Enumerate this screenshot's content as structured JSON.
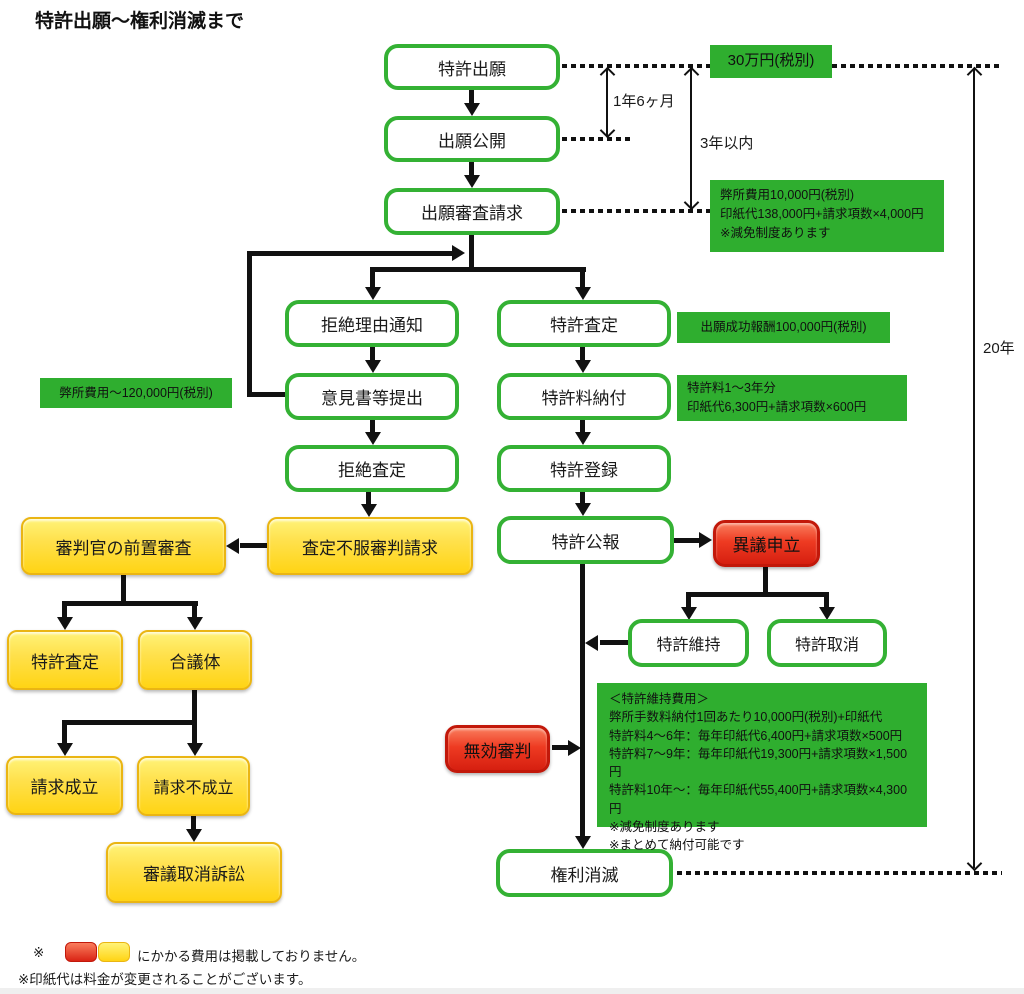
{
  "title": "特許出願～権利消滅まで",
  "colors": {
    "node_border_green": "#34b134",
    "cost_label_green": "#2fae2f",
    "yellow_node": "#ffd414",
    "red_node": "#d61f10",
    "line_black": "#111111"
  },
  "nodes": {
    "application": "特許出願",
    "publication": "出願公開",
    "exam_request": "出願審査請求",
    "rejection_notice": "拒絶理由通知",
    "opinion": "意見書等提出",
    "rejection_decision": "拒絶査定",
    "grant_decision": "特許査定",
    "fee_payment": "特許料納付",
    "registration": "特許登録",
    "gazette": "特許公報",
    "maintained": "特許維持",
    "revoked": "特許取消",
    "expiration": "権利消滅",
    "appeal": "査定不服審判請求",
    "pretrial": "審判官の前置審査",
    "trial_grant": "特許査定",
    "panel": "合議体",
    "upheld": "請求成立",
    "dismissed": "請求不成立",
    "revocation_suit": "審議取消訴訟",
    "opposition": "異議申立",
    "invalidation": "無効審判"
  },
  "annotations": {
    "period_1y6m": "1年6ヶ月",
    "period_3y": "3年以内",
    "period_20y": "20年"
  },
  "costs": {
    "filing": "30万円(税別)",
    "exam": [
      "弊所費用10,000円(税別)",
      "印紙代138,000円+請求項数×4,000円",
      "※減免制度あります"
    ],
    "success": "出願成功報酬100,000円(税別)",
    "patent_fee13": [
      "特許料1～3年分",
      "印紙代6,300円+請求項数×600円"
    ],
    "response": "弊所費用～120,000円(税別)",
    "maintenance": [
      "＜特許維持費用＞",
      "弊所手数料納付1回あたり10,000円(税別)+印紙代",
      "特許料4～6年：毎年印紙代6,400円+請求項数×500円",
      "特許料7～9年：毎年印紙代19,300円+請求項数×1,500円",
      "特許料10年～：毎年印紙代55,400円+請求項数×4,300円",
      "※減免制度あります",
      "※まとめて納付可能です"
    ]
  },
  "footer": {
    "note1_mark": "※",
    "note1_text": "にかかる費用は掲載しておりません。",
    "note2": "※印紙代は料金が変更されることがございます。"
  }
}
